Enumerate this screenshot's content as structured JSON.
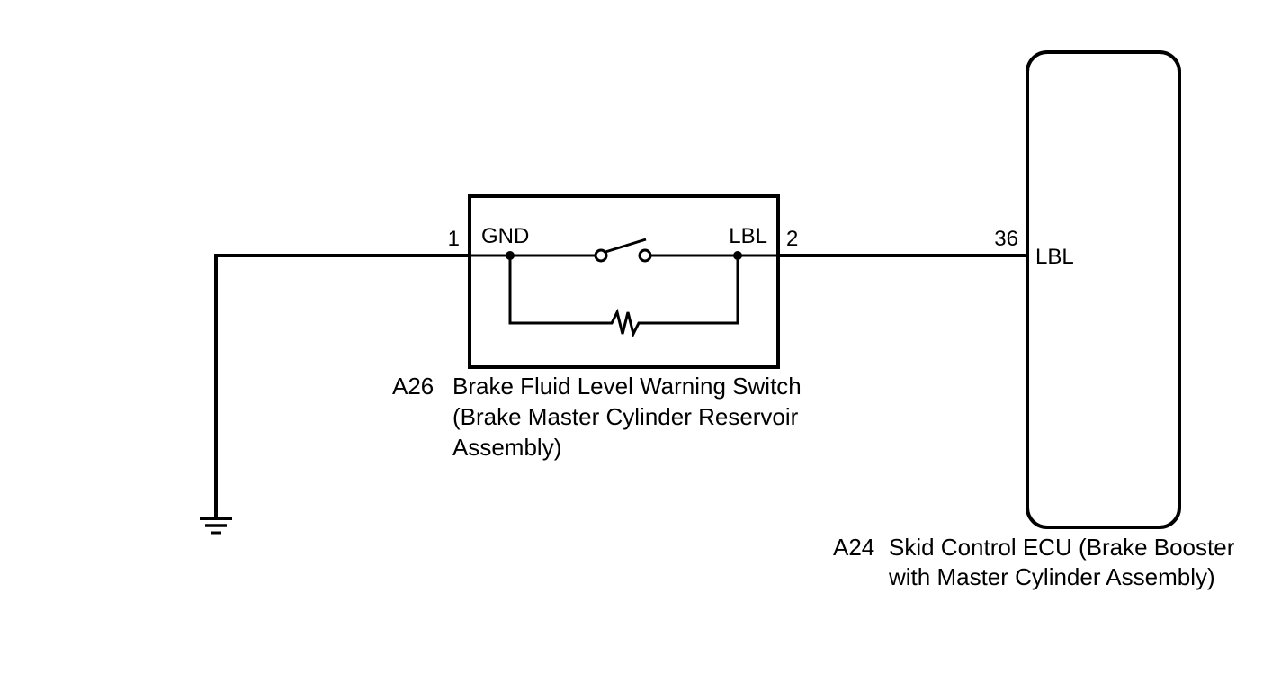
{
  "switch_component": {
    "code": "A26",
    "name_lines": [
      "Brake Fluid Level Warning Switch",
      "(Brake Master Cylinder Reservoir",
      "Assembly)"
    ],
    "pin_left_number": "1",
    "pin_left_label": "GND",
    "pin_right_number": "2",
    "pin_right_label": "LBL"
  },
  "ecu_component": {
    "code": "A24",
    "name_lines": [
      "Skid Control ECU (Brake Booster",
      "with Master Cylinder Assembly)"
    ],
    "pin_number": "36",
    "pin_label": "LBL"
  },
  "symbols": {
    "ground": "ground-icon",
    "switch": "switch-icon",
    "resistor": "resistor-icon"
  }
}
